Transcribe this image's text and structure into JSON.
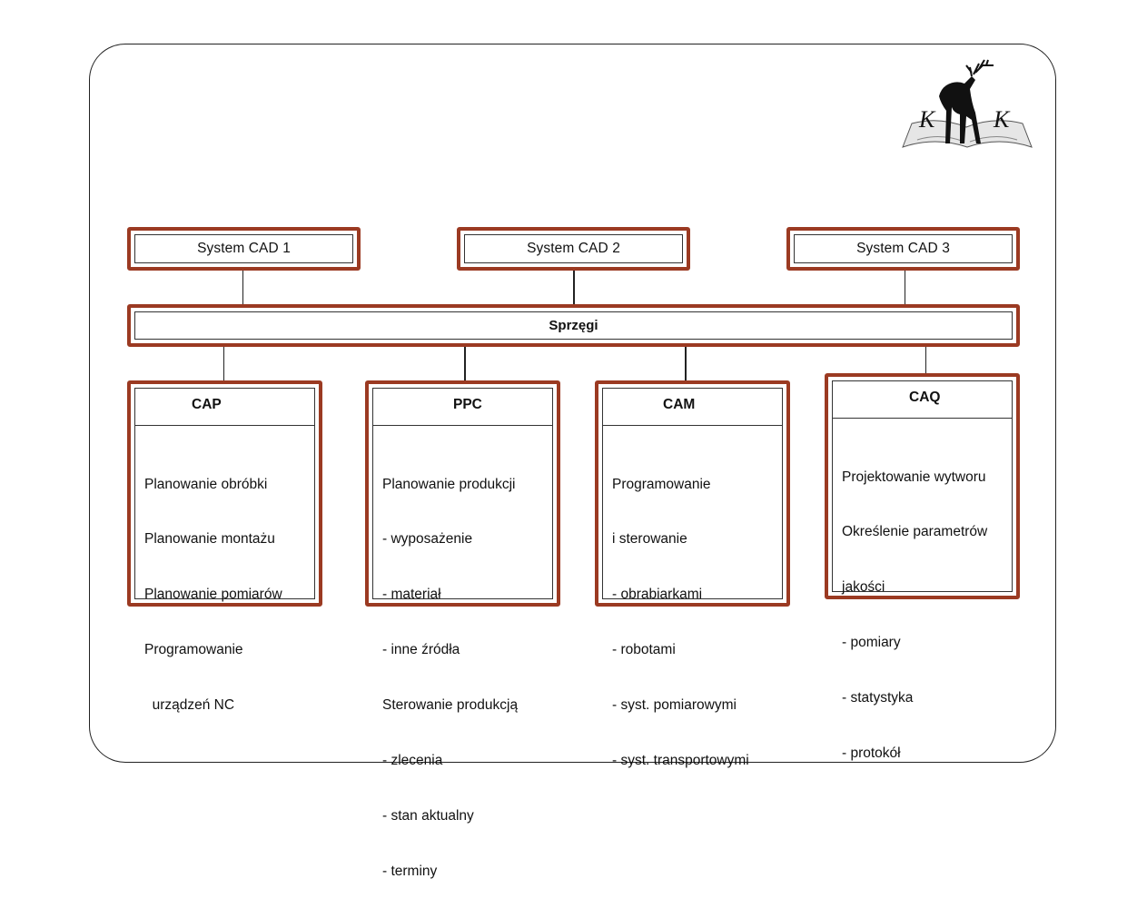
{
  "systems": [
    {
      "label": "System CAD 1"
    },
    {
      "label": "System CAD 2"
    },
    {
      "label": "System CAD 3"
    }
  ],
  "bus": {
    "label": "Sprzęgi"
  },
  "modules": [
    {
      "title": "CAP",
      "items": [
        "Planowanie obróbki",
        "Planowanie montażu",
        "Planowanie pomiarów",
        "Programowanie",
        "  urządzeń NC"
      ]
    },
    {
      "title": "PPC",
      "items": [
        "Planowanie produkcji",
        "- wyposażenie",
        "- materiał",
        "- inne źródła",
        "Sterowanie produkcją",
        "- zlecenia",
        "- stan aktualny",
        "- terminy"
      ]
    },
    {
      "title": "CAM",
      "items": [
        "Programowanie",
        "i sterowanie",
        "- obrabiarkami",
        "- robotami",
        "- syst. pomiarowymi",
        "- syst. transportowymi"
      ]
    },
    {
      "title": "CAQ",
      "items": [
        "Projektowanie wytworu",
        "Określenie parametrów",
        "jakości",
        "- pomiary",
        "- statystyka",
        "- protokół"
      ]
    }
  ],
  "logo": {
    "letters": [
      "K",
      "K"
    ]
  },
  "colors": {
    "border_accent": "#9b3a22"
  }
}
